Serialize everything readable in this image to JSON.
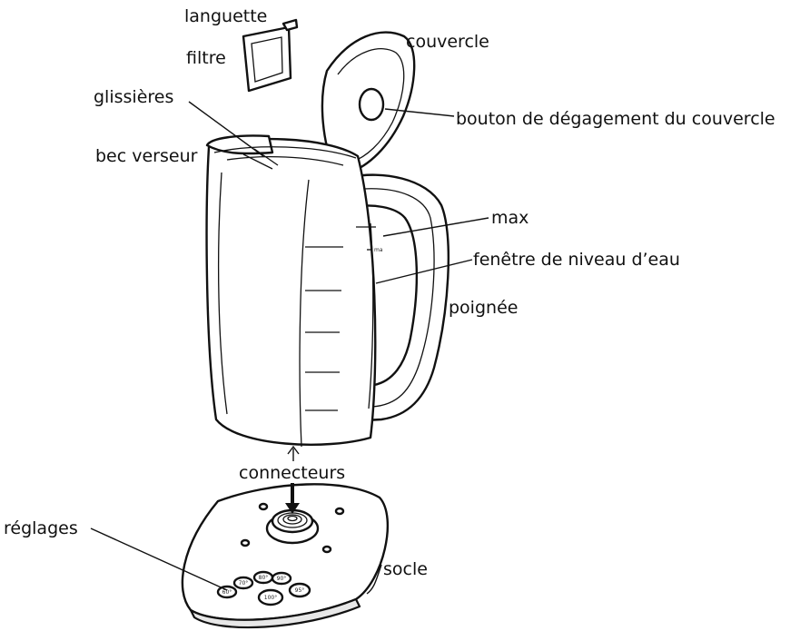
{
  "labels": {
    "languette": "languette",
    "filtre": "filtre",
    "couvercle": "couvercle",
    "glissieres": "glissières",
    "bouton": "bouton de dégagement du couvercle",
    "bec_verseur": "bec verseur",
    "max": "max",
    "fenetre": "fenêtre de niveau d’eau",
    "poignee": "poignée",
    "connecteurs": "connecteurs",
    "reglages": "réglages",
    "socle": "socle"
  },
  "kettle_marks": {
    "max_small": "ma"
  },
  "temperature_buttons": [
    {
      "label": "60°"
    },
    {
      "label": "70°"
    },
    {
      "label": "80°"
    },
    {
      "label": "90°"
    },
    {
      "label": "95°"
    },
    {
      "label": "100°"
    }
  ]
}
